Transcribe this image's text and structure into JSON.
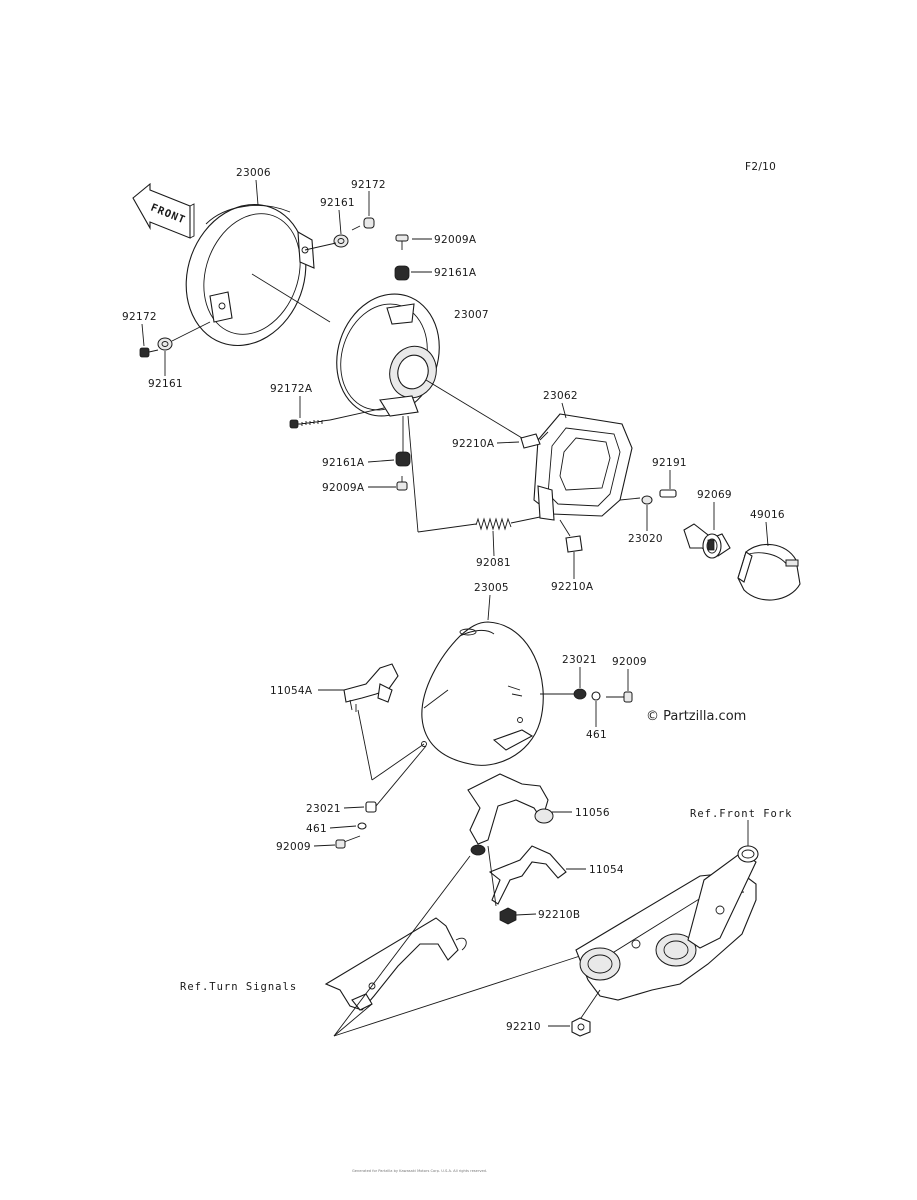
{
  "figure_id": "F2/10",
  "front_badge": "FRONT",
  "watermark": "© Partzilla.com",
  "footer_text": "Generated for Partzilla by Kawasaki Motors Corp. U.S.A. All rights reserved.",
  "refs": {
    "front_fork": "Ref.Front Fork",
    "turn_signals": "Ref.Turn Signals"
  },
  "labels": {
    "l23006": "23006",
    "l92172_top": "92172",
    "l92161_top": "92161",
    "l92009A_top": "92009A",
    "l92161A_top": "92161A",
    "l23007": "23007",
    "l92172_left": "92172",
    "l92161_left": "92161",
    "l92172A": "92172A",
    "l23062": "23062",
    "l92210A_upper": "92210A",
    "l92161A_low": "92161A",
    "l92009A_low": "92009A",
    "l92191": "92191",
    "l92069": "92069",
    "l49016": "49016",
    "l23020": "23020",
    "l92081": "92081",
    "l92210A_lower": "92210A",
    "l23005": "23005",
    "l23021_r": "23021",
    "l92009_r": "92009",
    "l461_r": "461",
    "l11054A": "11054A",
    "l23021_l": "23021",
    "l461_l": "461",
    "l92009_l": "92009",
    "l11056": "11056",
    "l11054": "11054",
    "l92210B": "92210B",
    "l92210": "92210"
  },
  "parts": [
    {
      "id": "23006",
      "name": "headlight-rim-icon"
    },
    {
      "id": "23007",
      "name": "headlight-housing-icon"
    },
    {
      "id": "23062",
      "name": "lamp-unit-icon"
    },
    {
      "id": "92069",
      "name": "bulb-icon"
    },
    {
      "id": "49016",
      "name": "bulb-cap-icon"
    },
    {
      "id": "23005",
      "name": "headlight-shell-icon"
    },
    {
      "id": "11056",
      "name": "bracket-icon"
    },
    {
      "id": "11054",
      "name": "stay-icon"
    },
    {
      "id": "11054A",
      "name": "stay-a-icon"
    }
  ]
}
